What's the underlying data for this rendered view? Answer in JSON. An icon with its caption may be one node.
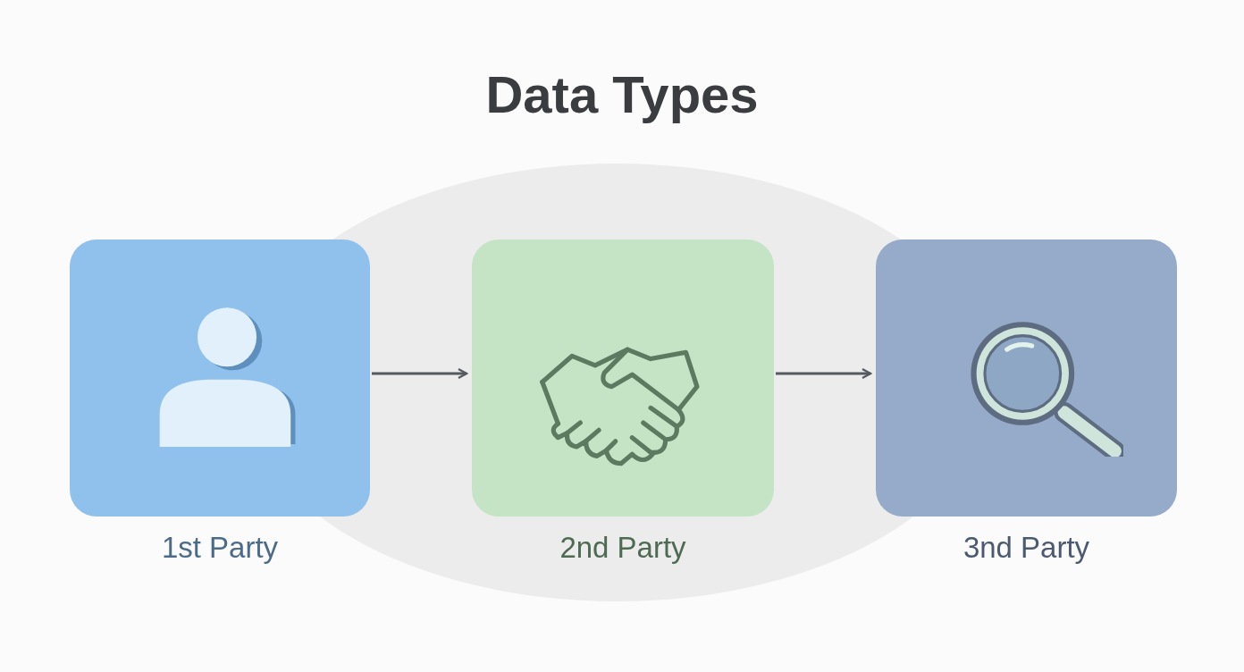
{
  "diagram": {
    "title": "Data Types",
    "nodes": [
      {
        "text": [
          "1st Party"
        ]
      },
      {
        "text": [
          "2nd Party"
        ]
      },
      {
        "text": [
          "3nd Party"
        ]
      }
    ],
    "edges": [
      {
        "from": 0,
        "to": 1,
        "arrow": "to"
      },
      {
        "from": 1,
        "to": 2,
        "arrow": "to"
      }
    ]
  }
}
